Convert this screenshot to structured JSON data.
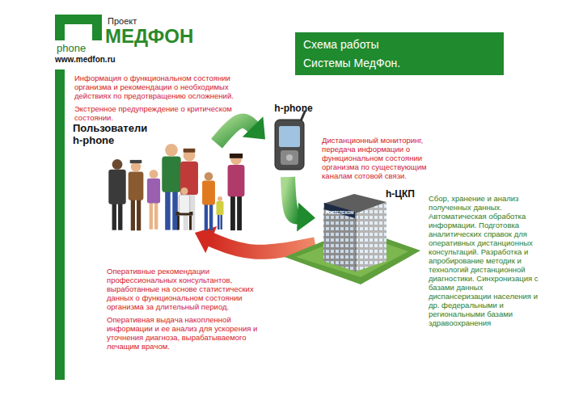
{
  "diagram": {
    "title": "Схема работы Системы МедФон.",
    "nodes": [
      {
        "text": [
          "Пользователи h-phone"
        ]
      },
      {
        "text": [
          "h-phone"
        ]
      },
      {
        "text": [
          "h-ЦКП"
        ]
      }
    ],
    "edges": [
      {
        "from": 0,
        "to": 1,
        "arrow": "to"
      },
      {
        "from": 1,
        "to": 2,
        "arrow": "to"
      },
      {
        "from": 2,
        "to": 0,
        "arrow": "to"
      }
    ],
    "labels": [
      "phone",
      "Проект",
      "МЕДФОН",
      "www.medfon.ru",
      "Информация о функциональном состоянии организма и рекомендации о необходимых действиях по предотвращению осложнений.",
      "Экстренное предупреждение о критическом состоянии.",
      "Дистанционный мониторинг, передача информации о функциональном состоянии организма по существующим каналам сотовой связи.",
      "Сбор, хранение и анализ полученных данных. Автоматическая обработка информации. Подготовка аналитических справок для оперативных дистанционных консультаций. Разработка и апробирование методик и технологий дистанционной диагностики. Синхронизация с базами данных диспансеризации населения и др. федеральными и региональными базами здравоохранения",
      "Оперативные рекомендации профессиональных консультантов, выработанные на основе статистических данных о функциональном состоянии организма за длительный период.",
      "Оперативная выдача накопленной информации и ее анализ для ускорения и уточнения диагноза, вырабатываемого лечащим врачом.",
      "РОСТЕЛЕКОМ"
    ]
  }
}
